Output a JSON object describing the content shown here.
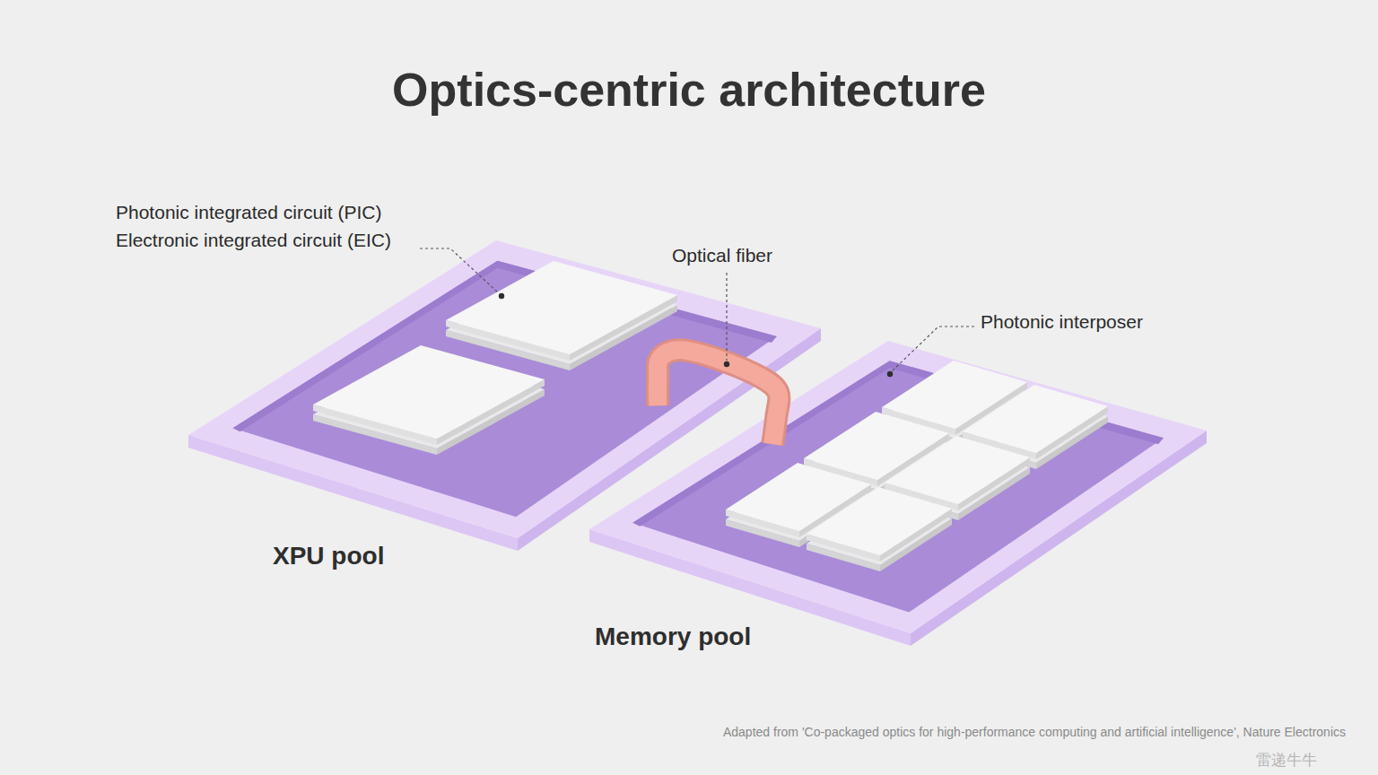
{
  "diagram": {
    "title": "Optics-centric architecture",
    "caption": "Adapted from 'Co-packaged optics for high-performance computing and artificial intelligence', Nature Electronics",
    "nodes": [
      {
        "text": [
          "XPU pool"
        ]
      },
      {
        "text": [
          "Memory pool"
        ]
      }
    ],
    "edges": [
      {
        "from": 0,
        "to": 1,
        "arrow": "none",
        "label": "Optical fiber"
      }
    ],
    "labels": [
      "Photonic integrated circuit (PIC)",
      "Electronic integrated circuit (EIC)",
      "Photonic interposer",
      "雷递牛牛"
    ]
  }
}
